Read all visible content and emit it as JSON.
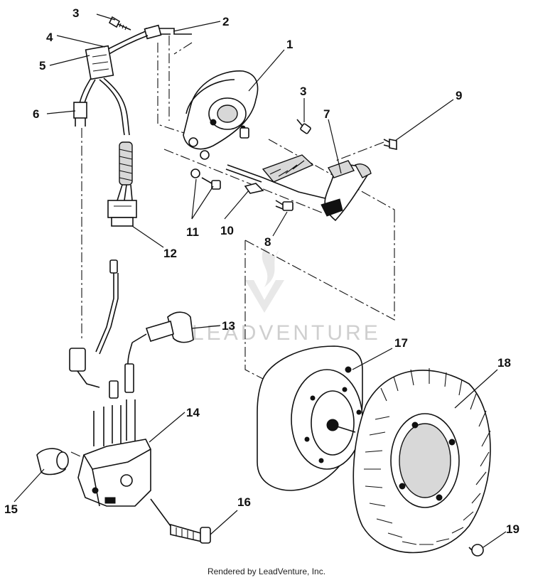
{
  "diagram": {
    "callouts": {
      "c1": "1",
      "c2": "2",
      "c3a": "3",
      "c3b": "3",
      "c4": "4",
      "c5": "5",
      "c6": "6",
      "c7": "7",
      "c8": "8",
      "c9": "9",
      "c10": "10",
      "c11": "11",
      "c12": "12",
      "c13": "13",
      "c14": "14",
      "c15": "15",
      "c16": "16",
      "c17": "17",
      "c18": "18",
      "c19": "19"
    },
    "watermark": {
      "text": "LEADVENTURE"
    }
  },
  "footer": {
    "text": "Rendered by LeadVenture, Inc."
  }
}
